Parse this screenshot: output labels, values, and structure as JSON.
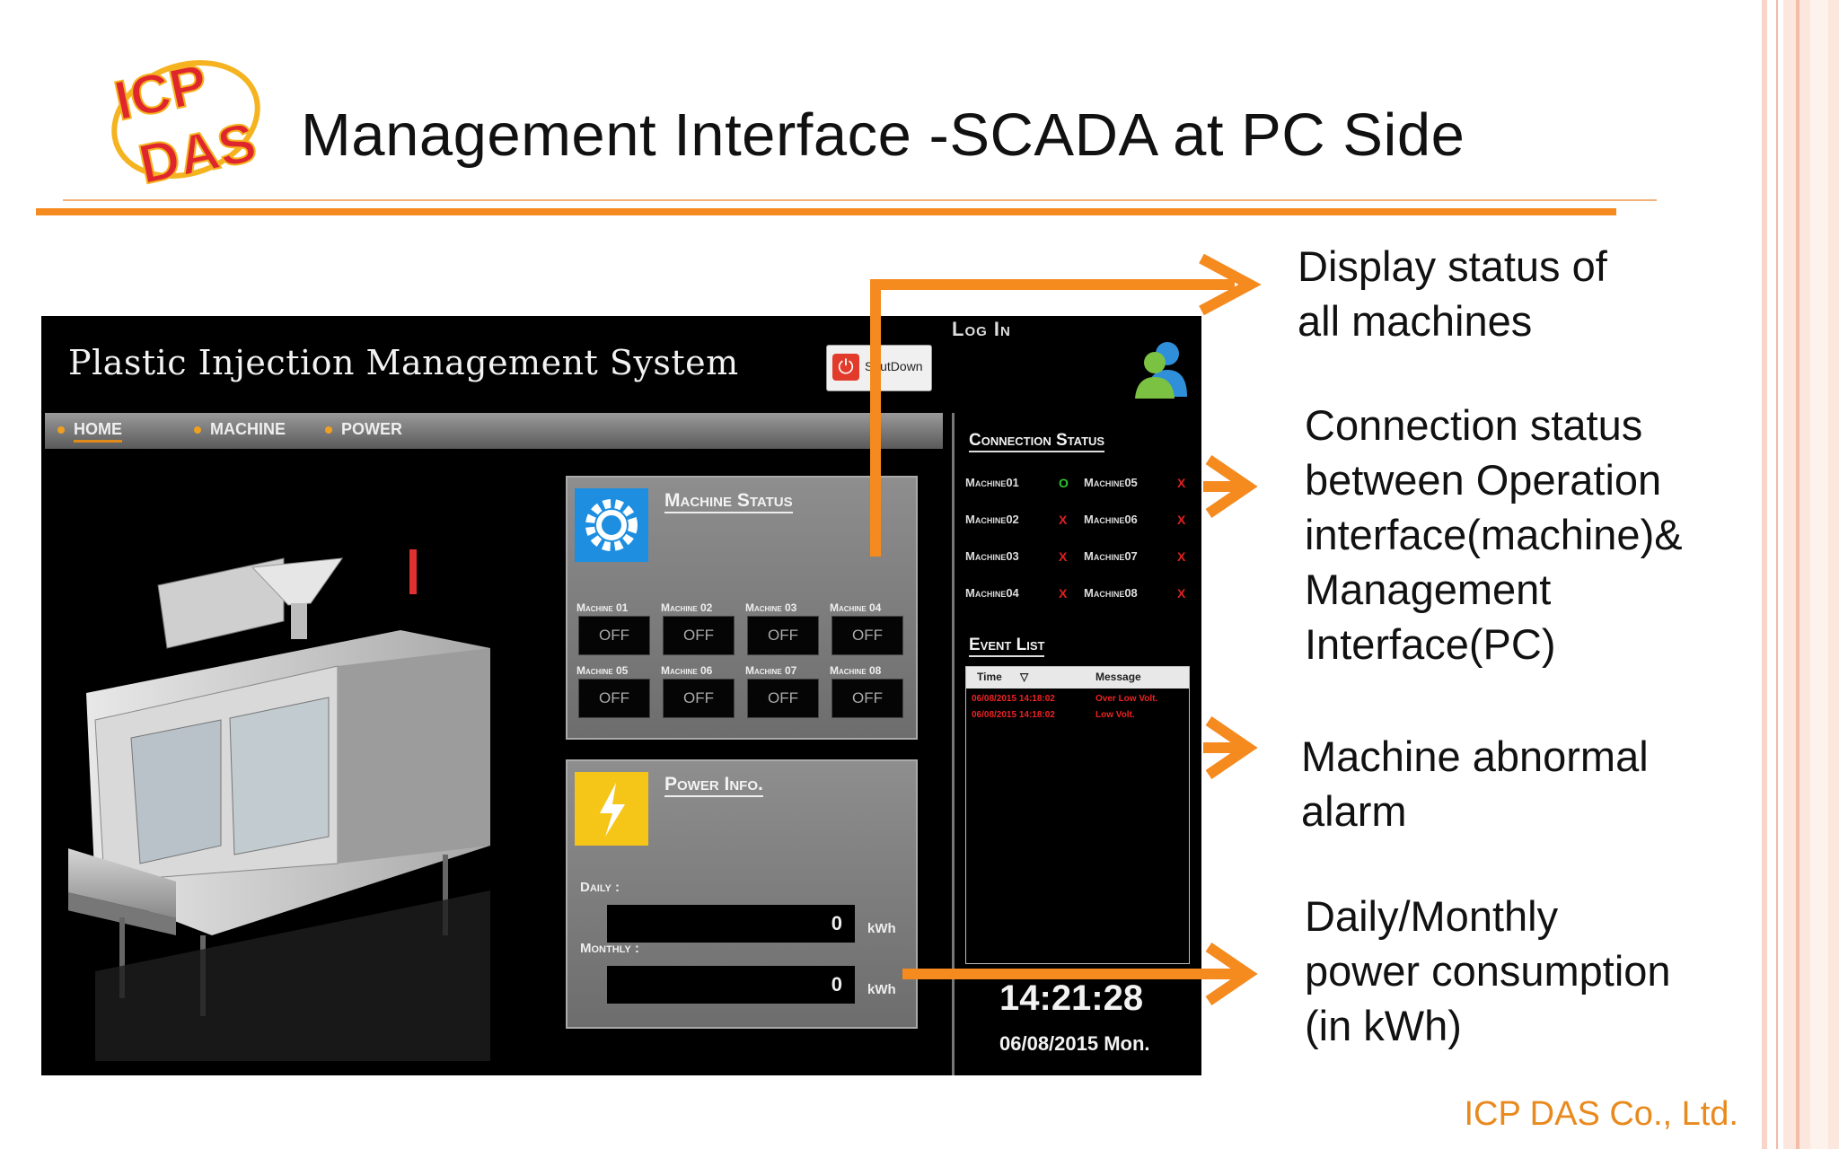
{
  "slide": {
    "title": "Management Interface -SCADA  at PC Side",
    "footer": "ICP DAS Co., Ltd.",
    "logo_text_top": "ICP",
    "logo_text_bottom": "DAS"
  },
  "annotations": [
    "Display status of\nall machines",
    "Connection status\nbetween Operation\ninterface(machine)&\nManagement\nInterface(PC)",
    "Machine abnormal\nalarm",
    "Daily/Monthly\npower consumption\n(in kWh)"
  ],
  "scada": {
    "title": "Plastic Injection Management System",
    "shutdown_label": "ShutDown",
    "login_label": "Log In",
    "nav": [
      "HOME",
      "MACHINE",
      "POWER"
    ],
    "machine_status": {
      "title": "Machine Status",
      "machines": [
        {
          "label": "Machine 01",
          "state": "OFF"
        },
        {
          "label": "Machine 02",
          "state": "OFF"
        },
        {
          "label": "Machine 03",
          "state": "OFF"
        },
        {
          "label": "Machine 04",
          "state": "OFF"
        },
        {
          "label": "Machine 05",
          "state": "OFF"
        },
        {
          "label": "Machine 06",
          "state": "OFF"
        },
        {
          "label": "Machine 07",
          "state": "OFF"
        },
        {
          "label": "Machine 08",
          "state": "OFF"
        }
      ]
    },
    "power_info": {
      "title": "Power Info.",
      "daily_label": "Daily :",
      "daily_value": "0",
      "monthly_label": "Monthly :",
      "monthly_value": "0",
      "unit": "kWh"
    },
    "connection_status": {
      "title": "Connection Status",
      "items": [
        {
          "name": "Machine01",
          "status": "O",
          "color": "#2ec72e"
        },
        {
          "name": "Machine05",
          "status": "X",
          "color": "#e02020"
        },
        {
          "name": "Machine02",
          "status": "X",
          "color": "#e02020"
        },
        {
          "name": "Machine06",
          "status": "X",
          "color": "#e02020"
        },
        {
          "name": "Machine03",
          "status": "X",
          "color": "#e02020"
        },
        {
          "name": "Machine07",
          "status": "X",
          "color": "#e02020"
        },
        {
          "name": "Machine04",
          "status": "X",
          "color": "#e02020"
        },
        {
          "name": "Machine08",
          "status": "X",
          "color": "#e02020"
        }
      ]
    },
    "event_list": {
      "title": "Event List",
      "col_time": "Time",
      "col_message": "Message",
      "rows": [
        {
          "time": "06/08/2015 14:18:02",
          "message": "Over Low Volt."
        },
        {
          "time": "06/08/2015 14:18:02",
          "message": "Low Volt."
        }
      ]
    },
    "clock": {
      "time": "14:21:28",
      "date": "06/08/2015  Mon."
    }
  },
  "colors": {
    "accent_orange": "#f58a1f",
    "footer_orange": "#e88a1e",
    "machine_icon_bg": "#1e8fe0",
    "power_icon_bg": "#f5c518"
  }
}
